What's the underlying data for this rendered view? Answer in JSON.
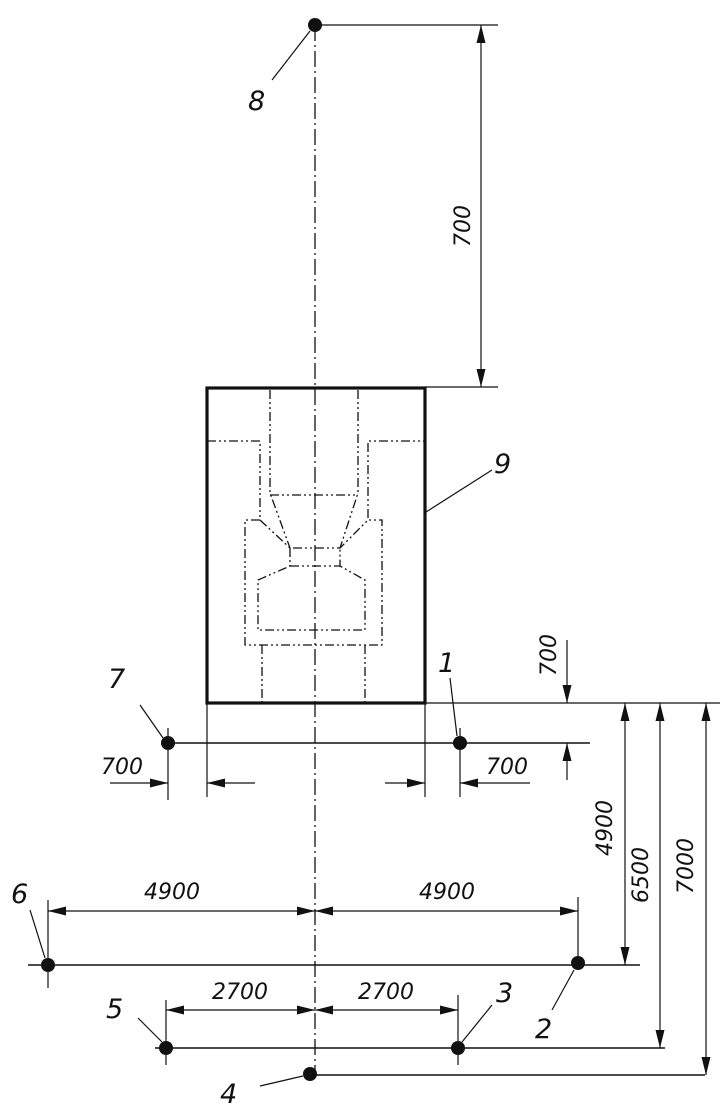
{
  "point_labels": {
    "p1": "1",
    "p2": "2",
    "p3": "3",
    "p4": "4",
    "p5": "5",
    "p6": "6",
    "p7": "7",
    "p8": "8",
    "p9": "9"
  },
  "dimensions": {
    "top_vertical": "700",
    "right_small_vertical": "700",
    "left_offset": "700",
    "right_offset": "700",
    "left_4900": "4900",
    "right_4900": "4900",
    "left_2700": "2700",
    "right_2700": "2700",
    "vertical_4900": "4900",
    "vertical_6500": "6500",
    "vertical_7000": "7000"
  }
}
